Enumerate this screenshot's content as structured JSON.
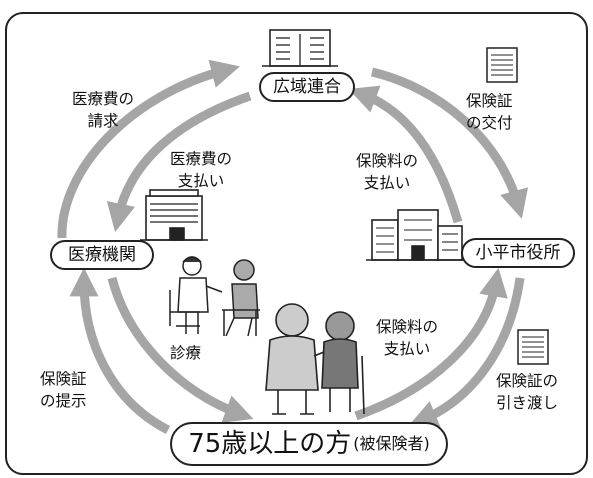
{
  "diagram": {
    "nodes": {
      "kouiki_rengou": "広域連合",
      "iryou_kikan": "医療機関",
      "kodaira_shiyakusho": "小平市役所",
      "main_title": "75歳以上の方",
      "main_subtitle": "(被保険者)"
    },
    "edge_labels": {
      "iryouhi_seikyu": [
        "医療費の",
        "請求"
      ],
      "iryouhi_shiharai": [
        "医療費の",
        "支払い"
      ],
      "hokenryou_shiharai_top": [
        "保険料の",
        "支払い"
      ],
      "hokensho_koufu": [
        "保険証",
        "の交付"
      ],
      "hokenryou_shiharai_bottom": [
        "保険料の",
        "支払い"
      ],
      "hokensho_hikiwatashi": [
        "保険証の",
        "引き渡し"
      ],
      "hokensho_teiji": [
        "保険証",
        "の提示"
      ],
      "shinryou": "診療"
    },
    "colors": {
      "arrow": "#a5a5a5",
      "outline": "#222222",
      "background": "#ffffff"
    },
    "icons": [
      "office-building-icon",
      "document-icon",
      "hospital-icon",
      "city-hall-icon",
      "doctor-patient-icon",
      "elderly-couple-icon"
    ]
  }
}
